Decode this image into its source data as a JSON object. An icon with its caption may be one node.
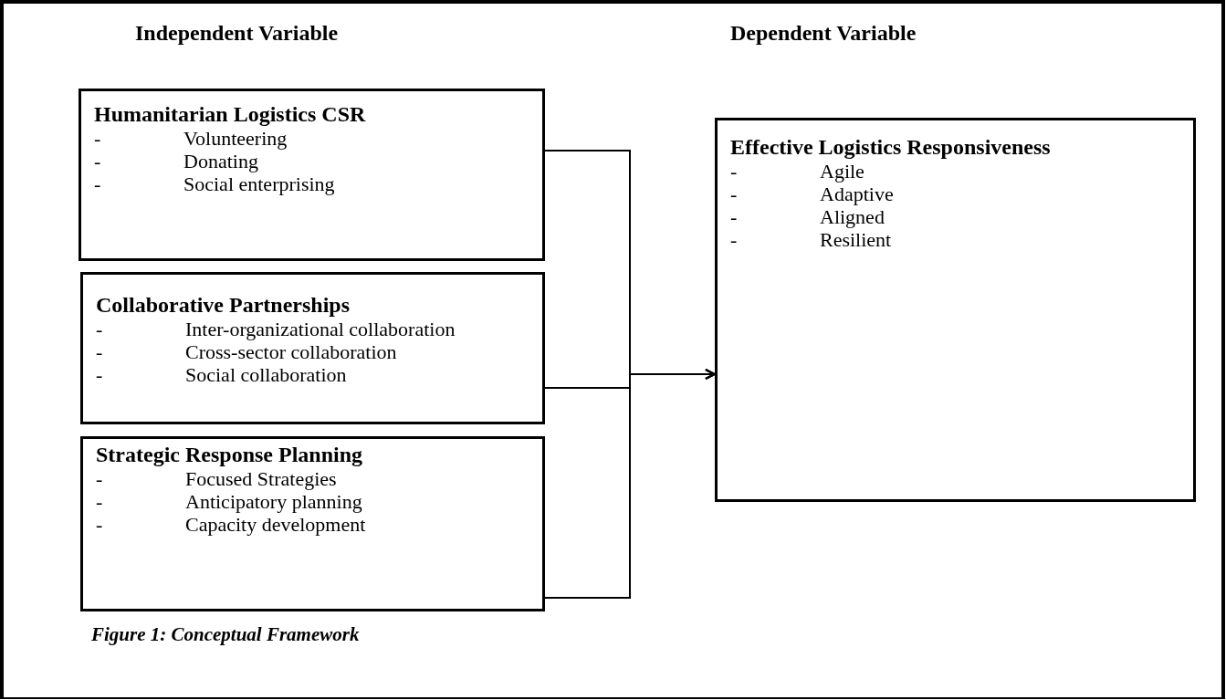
{
  "diagram": {
    "caption": "Figure 1: Conceptual Framework",
    "nodes": [
      {
        "text": [
          "Humanitarian Logistics CSR",
          "- Volunteering",
          "- Donating",
          "- Social enterprising"
        ]
      },
      {
        "text": [
          "Collaborative Partnerships",
          "- Inter-organizational collaboration",
          "- Cross-sector collaboration",
          "- Social collaboration"
        ]
      },
      {
        "text": [
          "Strategic Response Planning",
          "- Focused Strategies",
          "- Anticipatory planning",
          "- Capacity development"
        ]
      },
      {
        "text": [
          "Effective Logistics Responsiveness",
          "- Agile",
          "- Adaptive",
          "- Aligned",
          "- Resilient"
        ]
      }
    ],
    "edges": [
      {
        "from": 0,
        "to": 3,
        "arrow": "to"
      },
      {
        "from": 1,
        "to": 3,
        "arrow": "to"
      },
      {
        "from": 2,
        "to": 3,
        "arrow": "to"
      }
    ],
    "labels": [
      "Independent Variable",
      "Dependent Variable"
    ]
  }
}
